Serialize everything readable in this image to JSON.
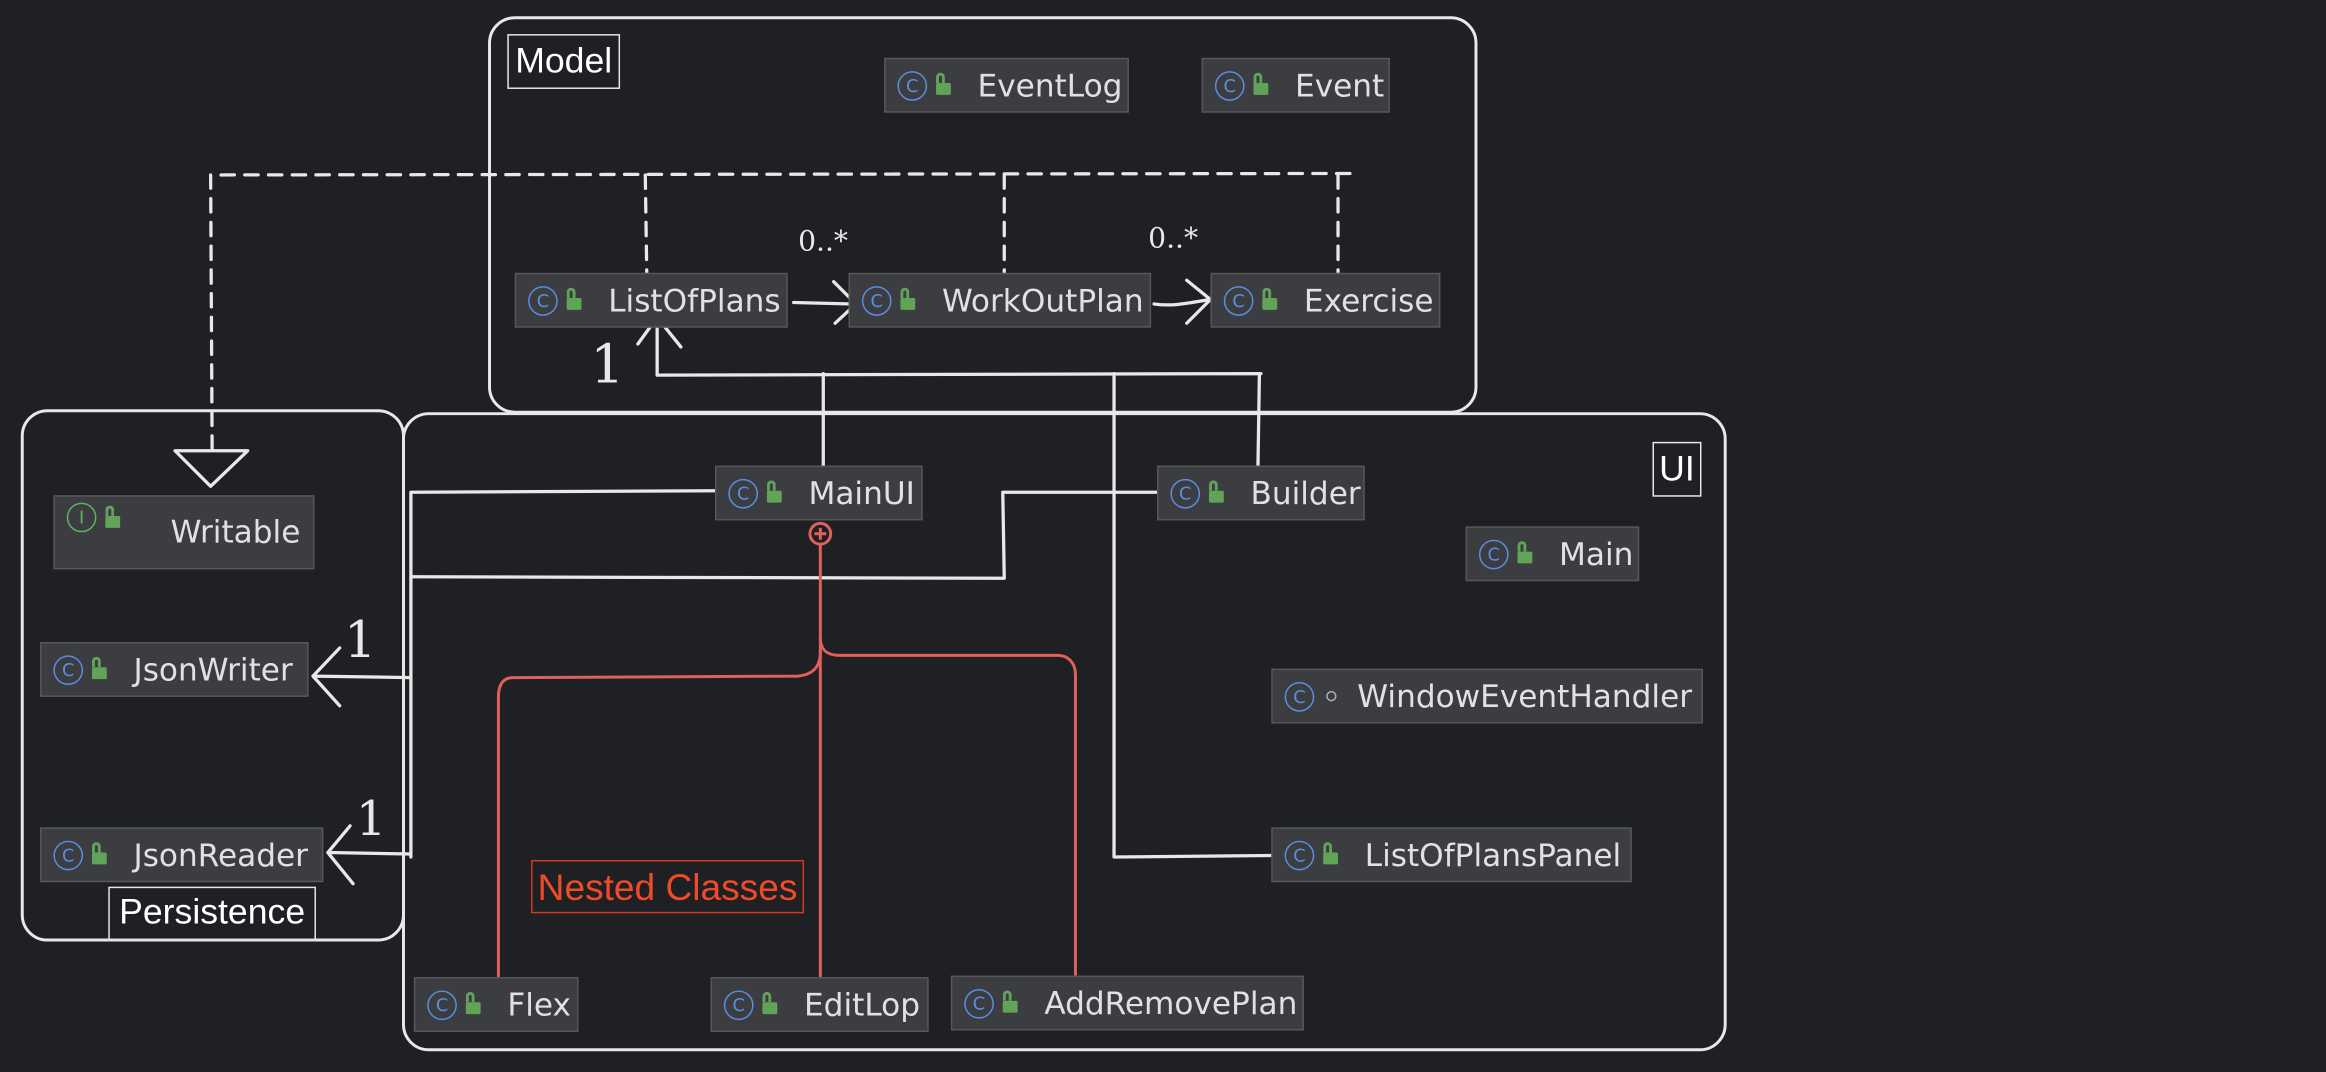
{
  "packages": {
    "model": "Model",
    "ui": "UI",
    "persistence": "Persistence"
  },
  "nested_label": "Nested Classes",
  "multiplicities": {
    "list_to_plan": "0..*",
    "plan_to_exercise": "0..*",
    "mainui_to_listofplans": "1",
    "to_jsonwriter": "1",
    "to_jsonreader": "1"
  },
  "nodes": {
    "eventlog": {
      "name": "EventLog",
      "kind": "class",
      "icon": "class-icon"
    },
    "event": {
      "name": "Event",
      "kind": "class",
      "icon": "class-icon"
    },
    "listofplans": {
      "name": "ListOfPlans",
      "kind": "class",
      "icon": "class-icon"
    },
    "workoutplan": {
      "name": "WorkOutPlan",
      "kind": "class",
      "icon": "class-icon"
    },
    "exercise": {
      "name": "Exercise",
      "kind": "class",
      "icon": "class-icon"
    },
    "mainui": {
      "name": "MainUI",
      "kind": "class",
      "icon": "class-icon"
    },
    "builder": {
      "name": "Builder",
      "kind": "class",
      "icon": "class-icon"
    },
    "main": {
      "name": "Main",
      "kind": "class",
      "icon": "class-icon"
    },
    "windoweventhandler": {
      "name": "WindowEventHandler",
      "kind": "class",
      "icon": "class-icon"
    },
    "listofplanspanel": {
      "name": "ListOfPlansPanel",
      "kind": "class",
      "icon": "class-icon"
    },
    "writable": {
      "name": "Writable",
      "kind": "interface",
      "icon": "interface-icon"
    },
    "jsonwriter": {
      "name": "JsonWriter",
      "kind": "class",
      "icon": "class-icon"
    },
    "jsonreader": {
      "name": "JsonReader",
      "kind": "class",
      "icon": "class-icon"
    },
    "flex": {
      "name": "Flex",
      "kind": "class",
      "icon": "class-icon"
    },
    "editlop": {
      "name": "EditLop",
      "kind": "class",
      "icon": "class-icon"
    },
    "addremoveplan": {
      "name": "AddRemovePlan",
      "kind": "class",
      "icon": "class-icon"
    }
  },
  "colors": {
    "background": "#1f2024",
    "node_fill": "#3c3d40",
    "line": "#e8e8e8",
    "nested_line": "#e0605a",
    "nested_text": "#f04a28",
    "class_icon": "#5a8ee0",
    "interface_icon": "#5fb35f",
    "public_icon": "#62a35a"
  }
}
